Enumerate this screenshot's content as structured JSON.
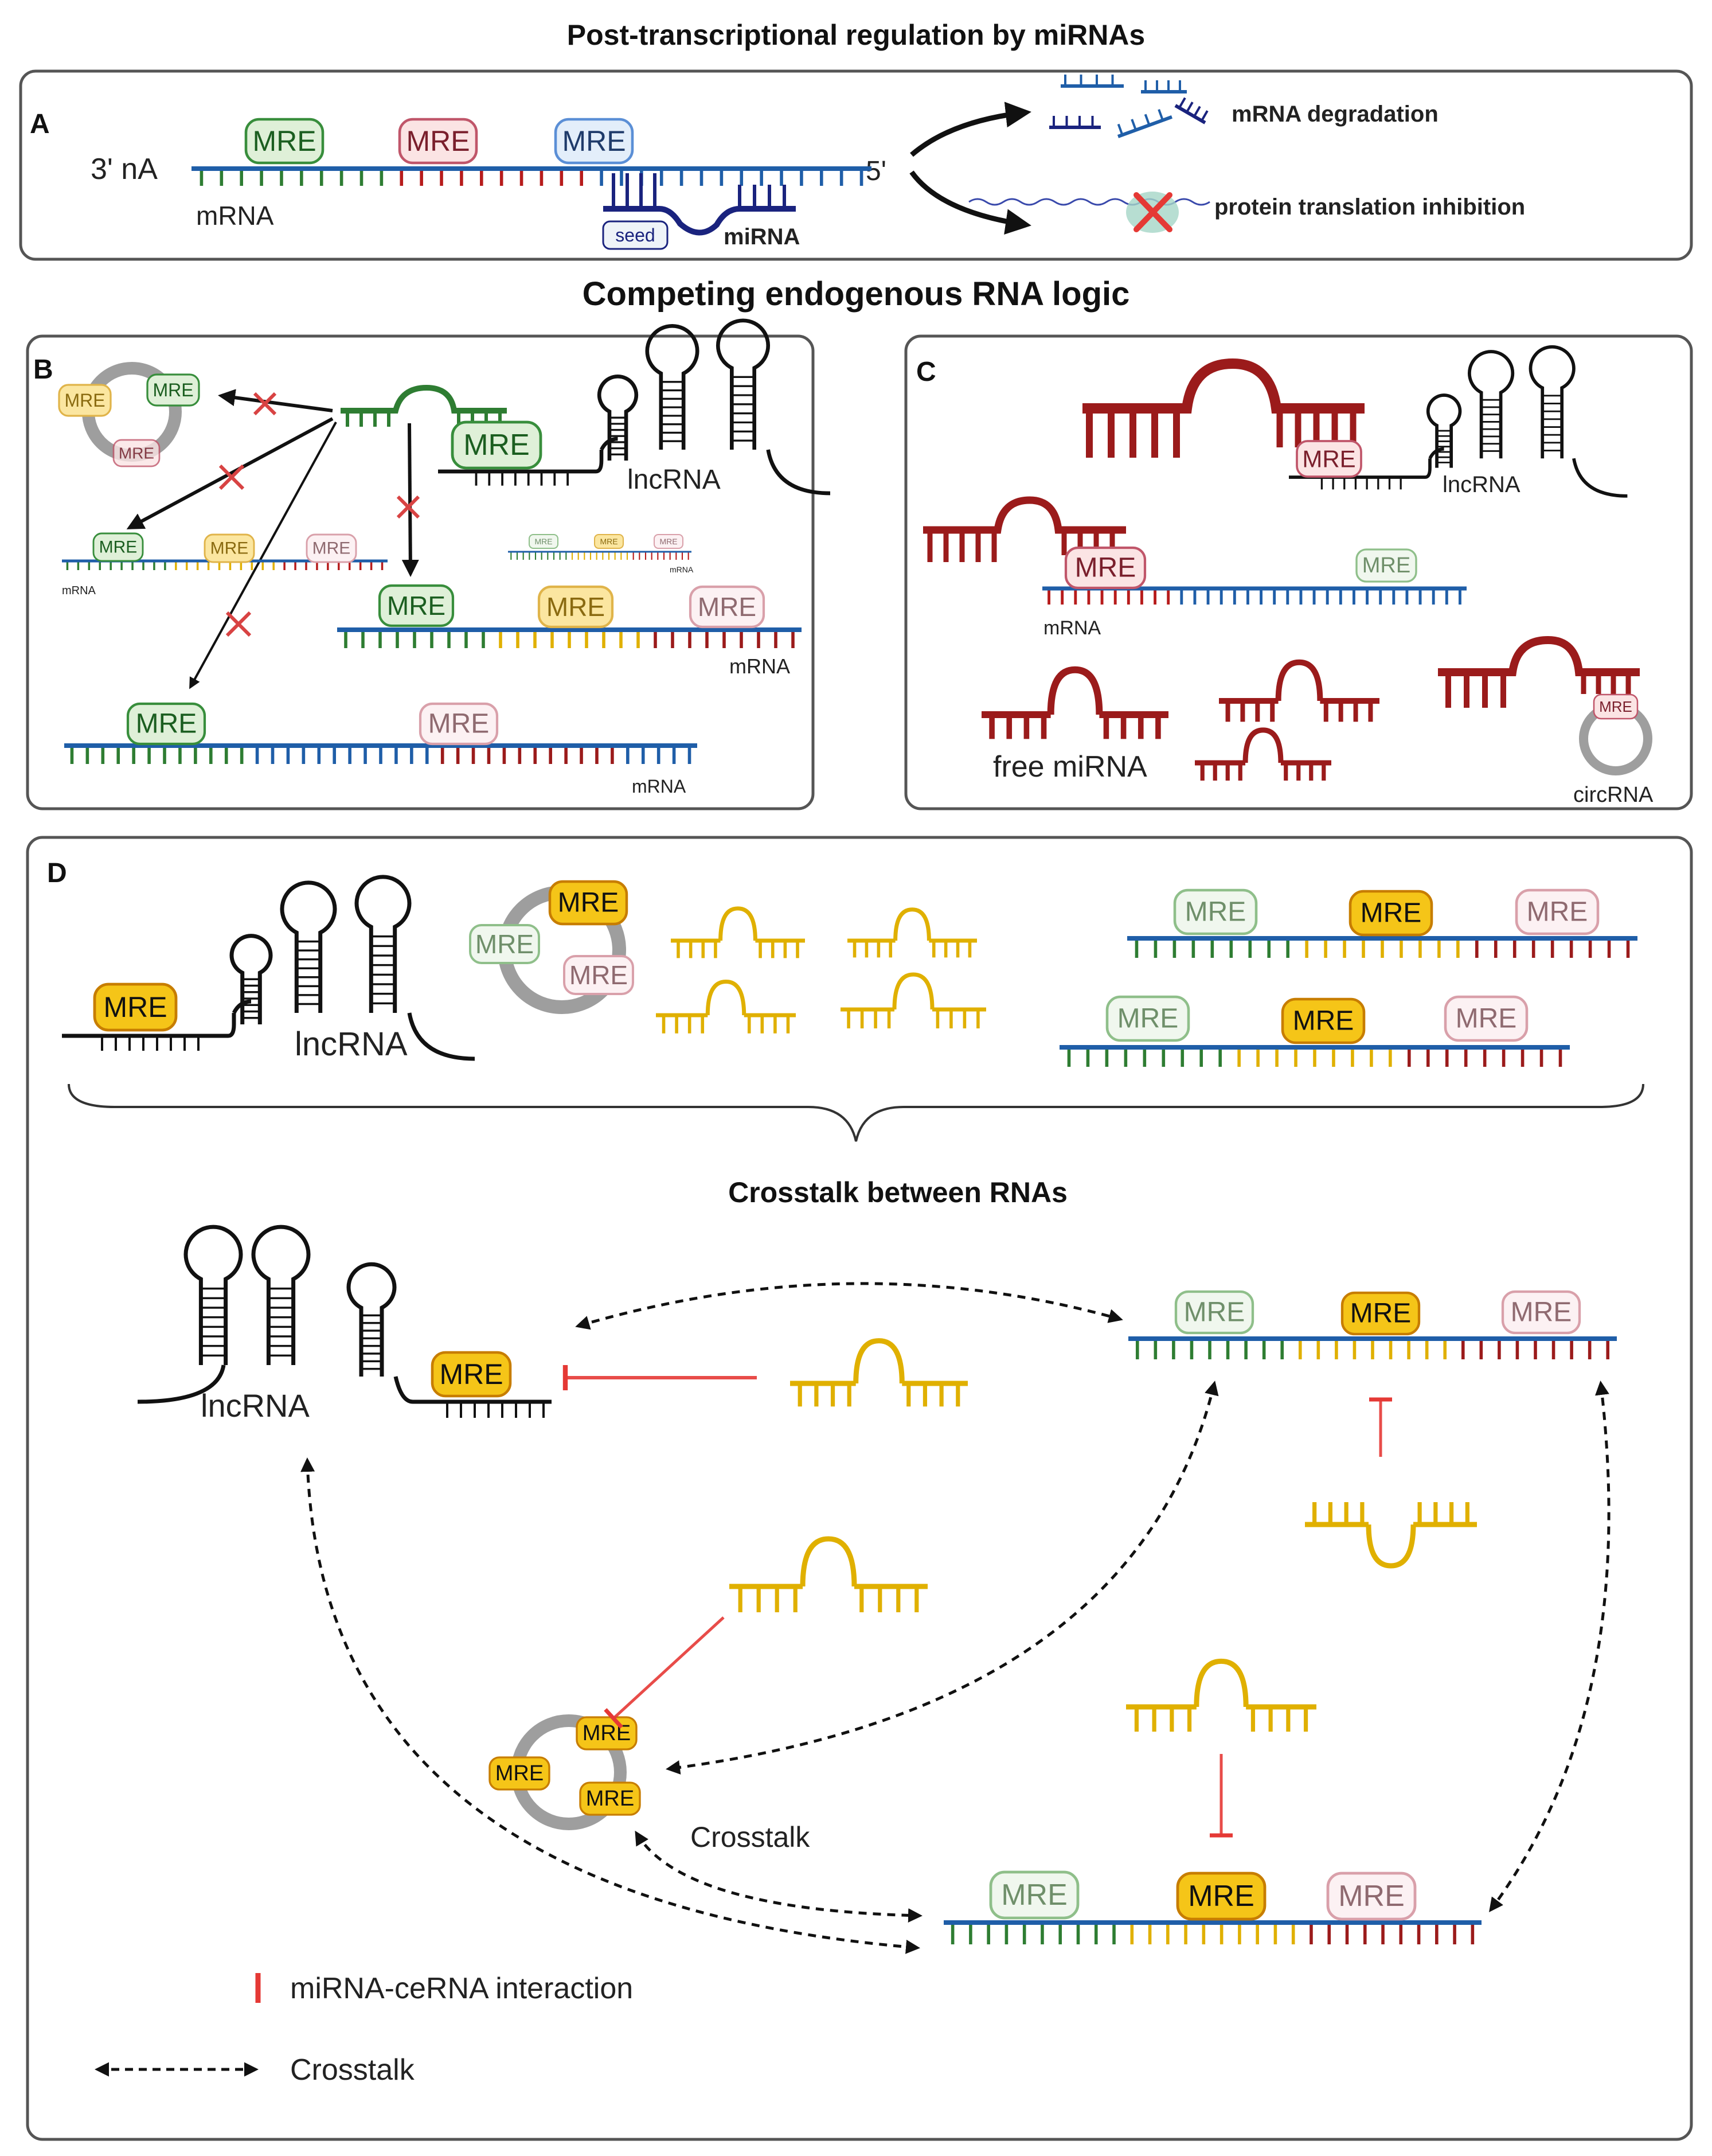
{
  "titles": {
    "main": "Post-transcriptional regulation by miRNAs",
    "logic": "Competing endogenous RNA logic",
    "crosstalk_between": "Crosstalk between RNAs"
  },
  "panels": {
    "a": "A",
    "b": "B",
    "c": "C",
    "d": "D"
  },
  "labels": {
    "mre": "MRE",
    "mrna": "mRNA",
    "lncrna": "lncRNA",
    "circrna": "circRNA",
    "mirna": "miRNA",
    "seed": "seed",
    "three_prime": "3' nA",
    "five_prime": "5'",
    "mrna_degradation": "mRNA degradation",
    "translation_inhibition": "protein translation inhibition",
    "free_mirna": "free miRNA",
    "crosstalk": "Crosstalk"
  },
  "legend": {
    "interaction": "miRNA-ceRNA interaction",
    "crosstalk": "Crosstalk"
  },
  "colors": {
    "green": "#2e7d32",
    "red": "#b71c1c",
    "blue": "#1f5ea8",
    "yellow": "#e0b000",
    "darkred": "#9b1b1b",
    "navy": "#1a237e",
    "inhibit": "#e53935"
  }
}
